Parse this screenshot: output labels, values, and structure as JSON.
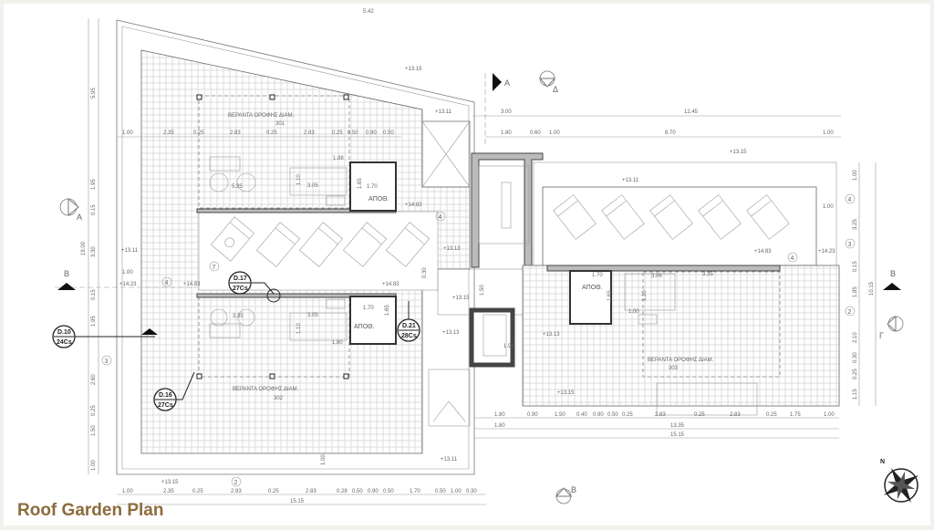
{
  "title": "Roof Garden Plan",
  "top_mark": "5.42",
  "rooms": {
    "veranda_301": "ΒΕΡΑΝΤΑ ΟΡΟΦΗΣ ΔΙΑΜ.",
    "veranda_301_no": "301",
    "veranda_302": "ΒΕΡΑΝΤΑ ΟΡΟΦΗΣ ΔΙΑΜ.",
    "veranda_302_no": "302",
    "veranda_303": "ΒΕΡΑΝΤΑ ΟΡΟΦΗΣ ΔΙΑΜ.",
    "veranda_303_no": "303",
    "storage": "ΑΠΟΘ."
  },
  "elevations": [
    "+13.15",
    "+13.11",
    "+14.83",
    "+13.11",
    "+13.13",
    "+14.23",
    "+14.83",
    "+14.83",
    "+13.15",
    "+13.13",
    "+13.13",
    "+13.15",
    "+13.11",
    "+13.15",
    "+13.15",
    "+13.11",
    "+14.83",
    "+14.23"
  ],
  "sections": {
    "a1": "A",
    "a2": "A",
    "d": "Δ",
    "b1": "B",
    "b2": "B",
    "g": "Γ",
    "b3": "B"
  },
  "grid_marks": [
    "4",
    "7",
    "4",
    "3",
    "2",
    "4",
    "3",
    "4",
    "2"
  ],
  "details": [
    {
      "code": "D.17",
      "sheet": "27Cs"
    },
    {
      "code": "D.21",
      "sheet": "28Cs"
    },
    {
      "code": "D.10",
      "sheet": "24Cs"
    },
    {
      "code": "D.16",
      "sheet": "27Cs"
    }
  ],
  "dims": {
    "top_left": [
      "1.00",
      "2.35",
      "0.25",
      "2.83",
      "0.25",
      "2.83",
      "0.25",
      "0.50",
      "0.90",
      "0.50"
    ],
    "left_vertical": [
      "5.95",
      "1.95",
      "0.15",
      "19.00",
      "3.30",
      "0.15",
      "1.95",
      "2.60",
      "0.25",
      "1.50",
      "1.00"
    ],
    "top_right_1": [
      "3.00",
      "12.45"
    ],
    "top_right_2": [
      "1.80",
      "0.60",
      "1.00",
      "8.70",
      "1.00"
    ],
    "right_vertical": [
      "1.00",
      "3.25",
      "0.15",
      "1.85",
      "2.10",
      "0.30",
      "0.25",
      "1.15",
      "10.15"
    ],
    "bottom_right_1": [
      "1.80",
      "0.90",
      "1.50",
      "0.40",
      "0.90",
      "0.50",
      "0.25",
      "2.83",
      "0.25",
      "2.83",
      "0.25",
      "1.75",
      "1.00"
    ],
    "bottom_right_2": [
      "1.80",
      "13.35"
    ],
    "bottom_right_3": "15.15",
    "bottom_left_1": [
      "1.00",
      "2.35",
      "0.25",
      "2.83",
      "0.25",
      "2.83",
      "0.28",
      "0.50",
      "0.90",
      "0.50",
      "1.70",
      "0.50",
      "1.00",
      "0.30"
    ],
    "bottom_left_2": "15.15",
    "interior": [
      "1.70",
      "1.88",
      "3.05",
      "5.35",
      "1.10",
      "1.65",
      "1.00",
      "3.35",
      "3.05",
      "1.70",
      "1.80",
      "1.65",
      "1.10",
      "1.70",
      "3.06",
      "3.35",
      "1.65",
      "1.10",
      "1.00",
      "1.50",
      "1.90",
      "1.00",
      "1.00",
      "0.30"
    ]
  },
  "compass_label": "N"
}
